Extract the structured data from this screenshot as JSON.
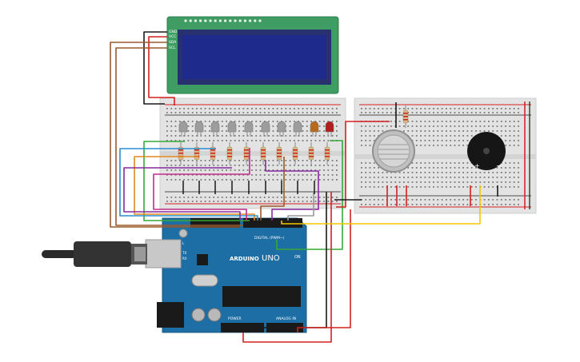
{
  "lcd": {
    "pins": [
      "GND",
      "VCC",
      "SDA",
      "SCL"
    ]
  },
  "arduino": {
    "brand": "ARDUINO",
    "model": "UNO",
    "on_label": "ON",
    "tx_label": "TX",
    "rx_label": "RX",
    "l_label": "L",
    "digital_label": "DIGITAL (PWM~)",
    "power_label": "POWER",
    "analog_label": "ANALOG IN"
  },
  "buzzer": {
    "plus": "+",
    "minus": "−"
  },
  "colors": {
    "board_blue": "#1c6ea4",
    "breadboard": "#e3e3e3",
    "lcd_pcb": "#3f9c63",
    "lcd_screen": "#1e2a8c",
    "wire_red": "#d32020",
    "wire_black": "#1a1a1a",
    "wire_brown": "#9a5a2c",
    "wire_green": "#36a838",
    "wire_blue": "#2a8fd0",
    "wire_purple": "#8a2a9e",
    "wire_magenta": "#c42a8c",
    "wire_orange": "#e08a1e",
    "wire_yellow": "#f0c800",
    "wire_gray": "#9a9a9a",
    "led_red": "#b21d1d",
    "led_orange": "#b86a1a"
  }
}
